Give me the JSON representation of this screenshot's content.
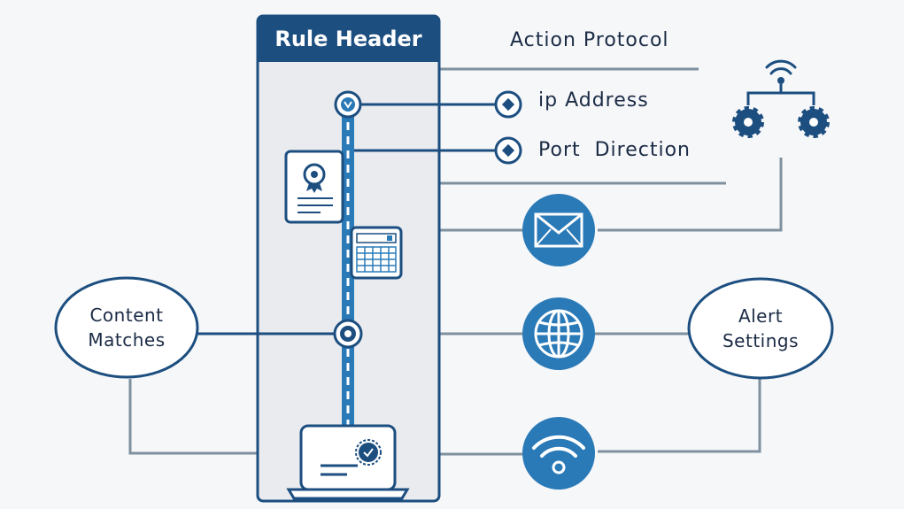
{
  "title": "Rule Header",
  "labels": {
    "action_protocol": "Action Protocol",
    "ip_address": "ip Address",
    "port_direction": "Port  Direction",
    "content_matches": "Content\nMatches",
    "alert_settings": "Alert\nSettings"
  },
  "icons": {
    "network": "network-gears-icon",
    "certificate": "certificate-document-icon",
    "table": "data-table-icon",
    "laptop": "laptop-certificate-icon",
    "email": "envelope-icon",
    "globe": "globe-icon",
    "wifi": "wifi-icon"
  },
  "colors": {
    "navy": "#1c4e80",
    "blue": "#2a7ab8",
    "line": "#7f909e",
    "panel": "#e9ebee"
  }
}
